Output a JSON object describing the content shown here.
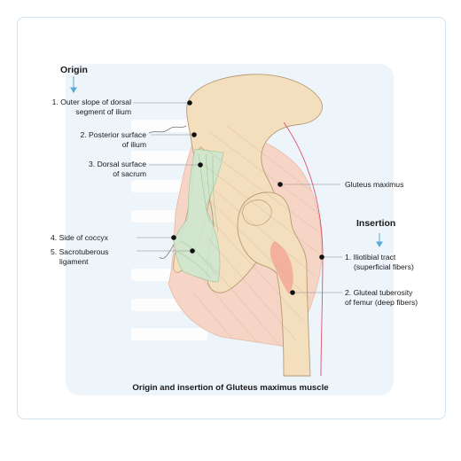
{
  "title": "Origin and insertion of Gluteus maximus muscle",
  "origin": {
    "heading": "Origin",
    "items": [
      {
        "number": "1.",
        "lines": [
          "Outer slope of dorsal",
          "segment of ilium"
        ]
      },
      {
        "number": "2.",
        "lines": [
          "Posterior surface",
          "of ilium"
        ]
      },
      {
        "number": "3.",
        "lines": [
          "Dorsal surface",
          "of sacrum"
        ]
      },
      {
        "number": "4.",
        "lines": [
          "Side of coccyx"
        ]
      },
      {
        "number": "5.",
        "lines": [
          "Sacrotuberous",
          "ligament"
        ]
      }
    ]
  },
  "muscle_label": "Gluteus maximus",
  "insertion": {
    "heading": "Insertion",
    "items": [
      {
        "number": "1.",
        "lines": [
          "Iliotibial tract",
          "(superficial fibers)"
        ]
      },
      {
        "number": "2.",
        "lines": [
          "Gluteal tuberosity",
          "of femur (deep fibers)"
        ]
      }
    ]
  },
  "colors": {
    "frame_border": "#cfe3ef",
    "panel": "#edf4fa",
    "bone": "#f3dfbe",
    "bone_outline": "#b79a72",
    "muscle": "#f6d5c6",
    "ligament": "#cfe7cf",
    "tuberosity": "#f3a493",
    "iliotibial_line": "#e0506a",
    "arrow": "#5aa9d6"
  }
}
